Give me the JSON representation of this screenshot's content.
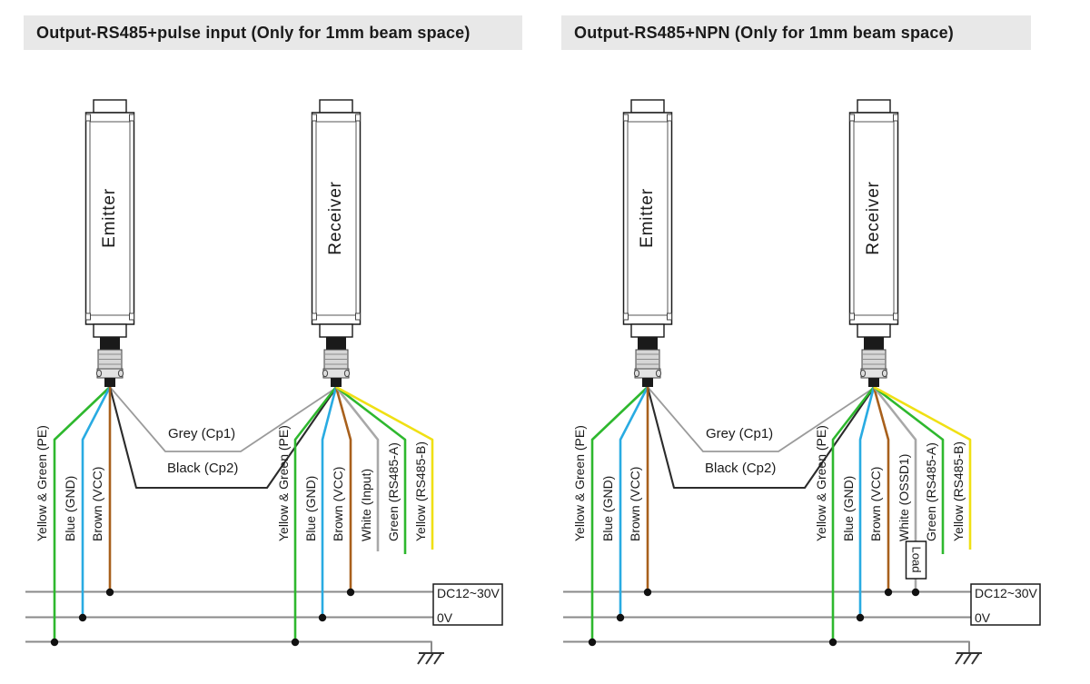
{
  "panels": [
    {
      "title": "Output-RS485+pulse input (Only for 1mm beam space)",
      "emitter_label": "Emitter",
      "receiver_label": "Receiver",
      "emitter_wires": [
        "Yellow & Green (PE)",
        "Blue (GND)",
        "Brown (VCC)"
      ],
      "link_wires": [
        "Grey (Cp1)",
        "Black (Cp2)"
      ],
      "receiver_wires": [
        "Yellow & Green (PE)",
        "Blue (GND)",
        "Brown (VCC)",
        "White (Input)",
        "Green (RS485-A)",
        "Yellow (RS485-B)"
      ],
      "power_supply": {
        "line1": "DC12~30V",
        "line2": "0V"
      }
    },
    {
      "title": "Output-RS485+NPN (Only for 1mm beam space)",
      "emitter_label": "Emitter",
      "receiver_label": "Receiver",
      "emitter_wires": [
        "Yellow & Green (PE)",
        "Blue (GND)",
        "Brown (VCC)"
      ],
      "link_wires": [
        "Grey (Cp1)",
        "Black (Cp2)"
      ],
      "receiver_wires": [
        "Yellow & Green (PE)",
        "Blue (GND)",
        "Brown (VCC)",
        "White (OSSD1)",
        "Green (RS485-A)",
        "Yellow (RS485-B)"
      ],
      "load_label": "Load",
      "power_supply": {
        "line1": "DC12~30V",
        "line2": "0V"
      }
    }
  ],
  "colors": {
    "pe_green": "#2eb82e",
    "gnd_blue": "#29abe2",
    "vcc_brown": "#a8601c",
    "cp1_grey": "#9b9b9b",
    "cp2_black": "#2b2b2b",
    "white_wire_grey": "#a8a8a8",
    "rs485a_green": "#2eb82e",
    "rs485b_yellow": "#f0e014",
    "bus_grey": "#8a8a8a",
    "title_bg": "#e8e8e8",
    "ink": "#1a1a1a"
  }
}
